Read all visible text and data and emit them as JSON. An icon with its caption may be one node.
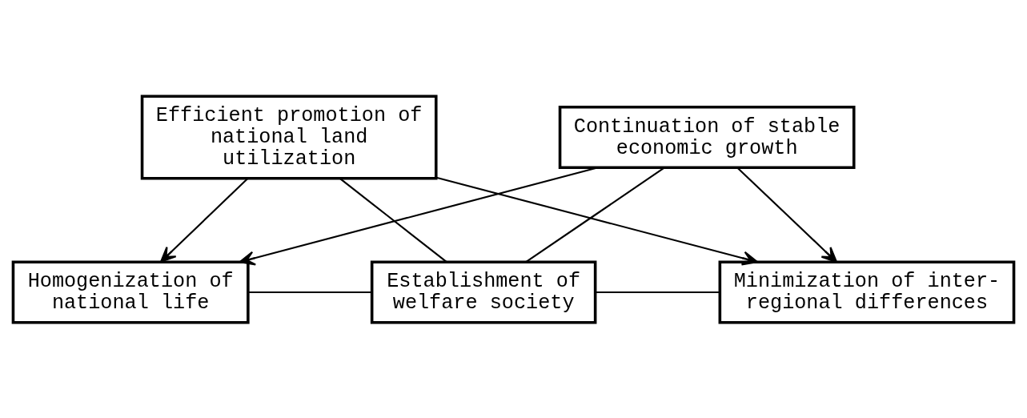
{
  "diagram": {
    "nodes": [
      {
        "text": [
          "Efficient promotion of national land utilization"
        ]
      },
      {
        "text": [
          "Homogenization of national life"
        ]
      },
      {
        "text": [
          "Establishment of welfare society"
        ]
      },
      {
        "text": [
          "Minimization of inter-regional differences"
        ]
      },
      {
        "text": [
          "Continuation of stable economic growth"
        ]
      }
    ],
    "edges": [
      {
        "from": 0,
        "to": 1,
        "arrow": "to"
      },
      {
        "from": 0,
        "to": 2,
        "arrow": "none"
      },
      {
        "from": 0,
        "to": 3,
        "arrow": "to"
      },
      {
        "from": 1,
        "to": 2,
        "arrow": "none"
      },
      {
        "from": 2,
        "to": 3,
        "arrow": "none"
      },
      {
        "from": 4,
        "to": 1,
        "arrow": "to"
      },
      {
        "from": 4,
        "to": 2,
        "arrow": "none"
      },
      {
        "from": 4,
        "to": 3,
        "arrow": "to"
      }
    ]
  }
}
